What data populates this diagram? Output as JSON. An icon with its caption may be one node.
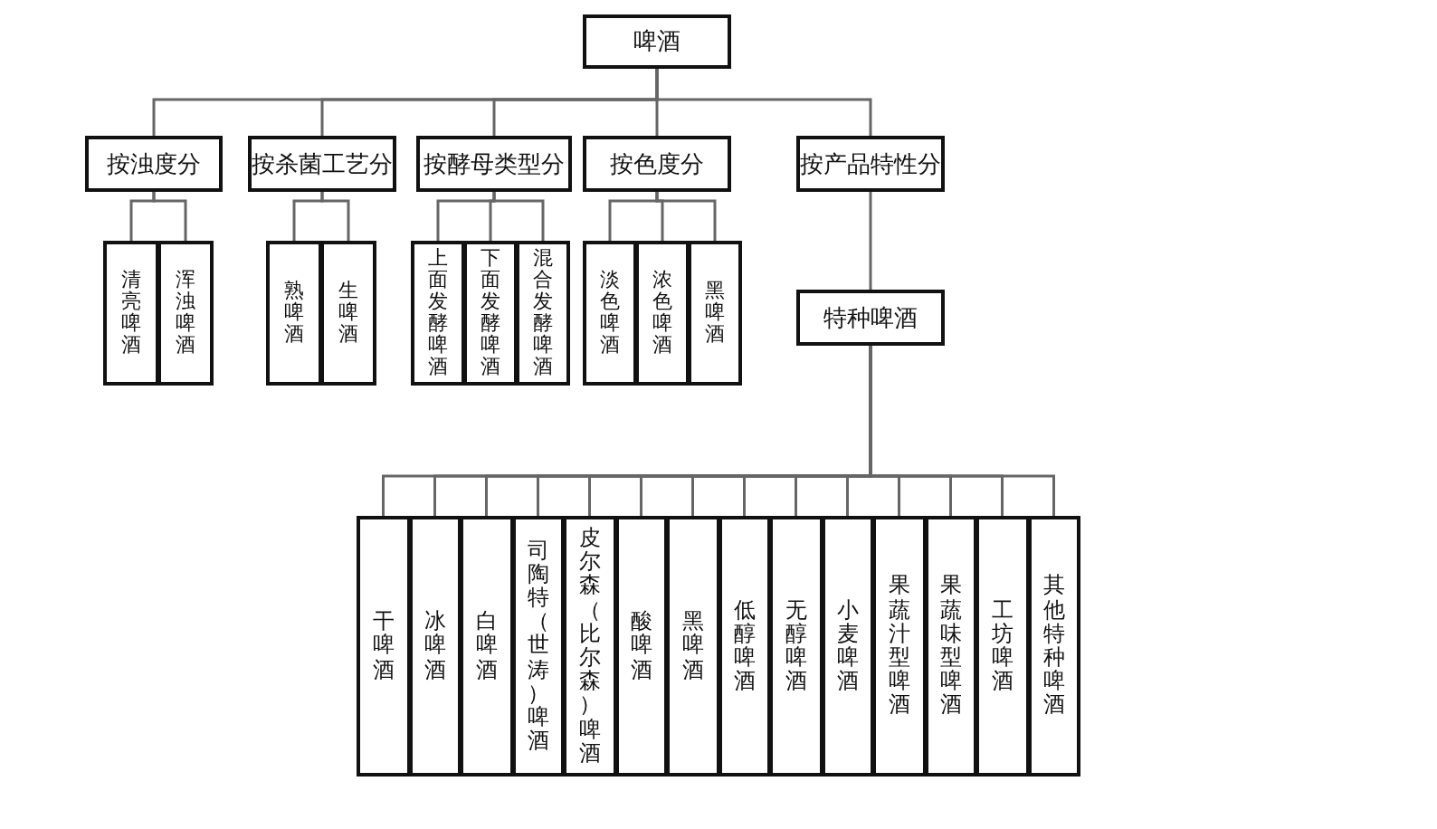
{
  "diagram": {
    "nodes": [
      {
        "text": [
          "啤酒"
        ]
      },
      {
        "text": [
          "按浊度分"
        ]
      },
      {
        "text": [
          "按杀菌工艺分"
        ]
      },
      {
        "text": [
          "按酵母类型分"
        ]
      },
      {
        "text": [
          "按色度分"
        ]
      },
      {
        "text": [
          "按产品特性分"
        ]
      },
      {
        "text": [
          "清亮啤酒"
        ]
      },
      {
        "text": [
          "浑浊啤酒"
        ]
      },
      {
        "text": [
          "熟啤酒"
        ]
      },
      {
        "text": [
          "生啤酒"
        ]
      },
      {
        "text": [
          "上面发酵啤酒"
        ]
      },
      {
        "text": [
          "下面发酵啤酒"
        ]
      },
      {
        "text": [
          "混合发酵啤酒"
        ]
      },
      {
        "text": [
          "淡色啤酒"
        ]
      },
      {
        "text": [
          "浓色啤酒"
        ]
      },
      {
        "text": [
          "黑啤酒"
        ]
      },
      {
        "text": [
          "特种啤酒"
        ]
      },
      {
        "text": [
          "干啤酒"
        ]
      },
      {
        "text": [
          "冰啤酒"
        ]
      },
      {
        "text": [
          "白啤酒"
        ]
      },
      {
        "text": [
          "司陶特（世涛）啤酒"
        ]
      },
      {
        "text": [
          "皮尔森（比尔森）啤酒"
        ]
      },
      {
        "text": [
          "酸啤酒"
        ]
      },
      {
        "text": [
          "黑啤酒"
        ]
      },
      {
        "text": [
          "低醇啤酒"
        ]
      },
      {
        "text": [
          "无醇啤酒"
        ]
      },
      {
        "text": [
          "小麦啤酒"
        ]
      },
      {
        "text": [
          "果蔬汁型啤酒"
        ]
      },
      {
        "text": [
          "果蔬味型啤酒"
        ]
      },
      {
        "text": [
          "工坊啤酒"
        ]
      },
      {
        "text": [
          "其他特种啤酒"
        ]
      }
    ],
    "edges": [
      {
        "from": 0,
        "to": 1,
        "arrow": "none"
      },
      {
        "from": 0,
        "to": 2,
        "arrow": "none"
      },
      {
        "from": 0,
        "to": 3,
        "arrow": "none"
      },
      {
        "from": 0,
        "to": 4,
        "arrow": "none"
      },
      {
        "from": 0,
        "to": 5,
        "arrow": "none"
      },
      {
        "from": 1,
        "to": 6,
        "arrow": "none"
      },
      {
        "from": 1,
        "to": 7,
        "arrow": "none"
      },
      {
        "from": 2,
        "to": 8,
        "arrow": "none"
      },
      {
        "from": 2,
        "to": 9,
        "arrow": "none"
      },
      {
        "from": 3,
        "to": 10,
        "arrow": "none"
      },
      {
        "from": 3,
        "to": 11,
        "arrow": "none"
      },
      {
        "from": 3,
        "to": 12,
        "arrow": "none"
      },
      {
        "from": 4,
        "to": 13,
        "arrow": "none"
      },
      {
        "from": 4,
        "to": 14,
        "arrow": "none"
      },
      {
        "from": 4,
        "to": 15,
        "arrow": "none"
      },
      {
        "from": 5,
        "to": 16,
        "arrow": "none"
      },
      {
        "from": 16,
        "to": 17,
        "arrow": "none"
      },
      {
        "from": 16,
        "to": 18,
        "arrow": "none"
      },
      {
        "from": 16,
        "to": 19,
        "arrow": "none"
      },
      {
        "from": 16,
        "to": 20,
        "arrow": "none"
      },
      {
        "from": 16,
        "to": 21,
        "arrow": "none"
      },
      {
        "from": 16,
        "to": 22,
        "arrow": "none"
      },
      {
        "from": 16,
        "to": 23,
        "arrow": "none"
      },
      {
        "from": 16,
        "to": 24,
        "arrow": "none"
      },
      {
        "from": 16,
        "to": 25,
        "arrow": "none"
      },
      {
        "from": 16,
        "to": 26,
        "arrow": "none"
      },
      {
        "from": 16,
        "to": 27,
        "arrow": "none"
      },
      {
        "from": 16,
        "to": 28,
        "arrow": "none"
      },
      {
        "from": 16,
        "to": 29,
        "arrow": "none"
      },
      {
        "from": 16,
        "to": 30,
        "arrow": "none"
      }
    ]
  }
}
